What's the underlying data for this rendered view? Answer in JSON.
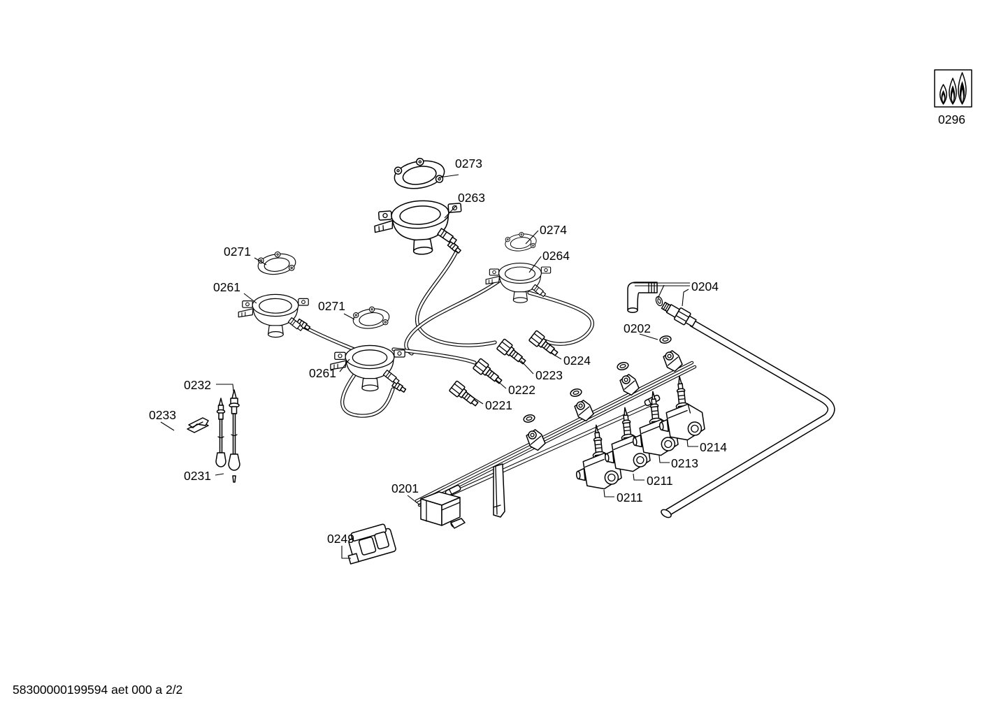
{
  "document": {
    "footer_text": "58300000199594 aet 000 a 2/2"
  },
  "callouts": [
    {
      "part": "0296"
    },
    {
      "part": "0273"
    },
    {
      "part": "0263"
    },
    {
      "part": "0274"
    },
    {
      "part": "0264"
    },
    {
      "part": "0271"
    },
    {
      "part": "0261"
    },
    {
      "part": "0271"
    },
    {
      "part": "0261"
    },
    {
      "part": "0204"
    },
    {
      "part": "0202"
    },
    {
      "part": "0224"
    },
    {
      "part": "0223"
    },
    {
      "part": "0222"
    },
    {
      "part": "0221"
    },
    {
      "part": "0232"
    },
    {
      "part": "0233"
    },
    {
      "part": "0231"
    },
    {
      "part": "0214"
    },
    {
      "part": "0213"
    },
    {
      "part": "0211"
    },
    {
      "part": "0211"
    },
    {
      "part": "0201"
    },
    {
      "part": "0249"
    }
  ],
  "colors": {
    "line": "#000000",
    "background": "#ffffff"
  }
}
